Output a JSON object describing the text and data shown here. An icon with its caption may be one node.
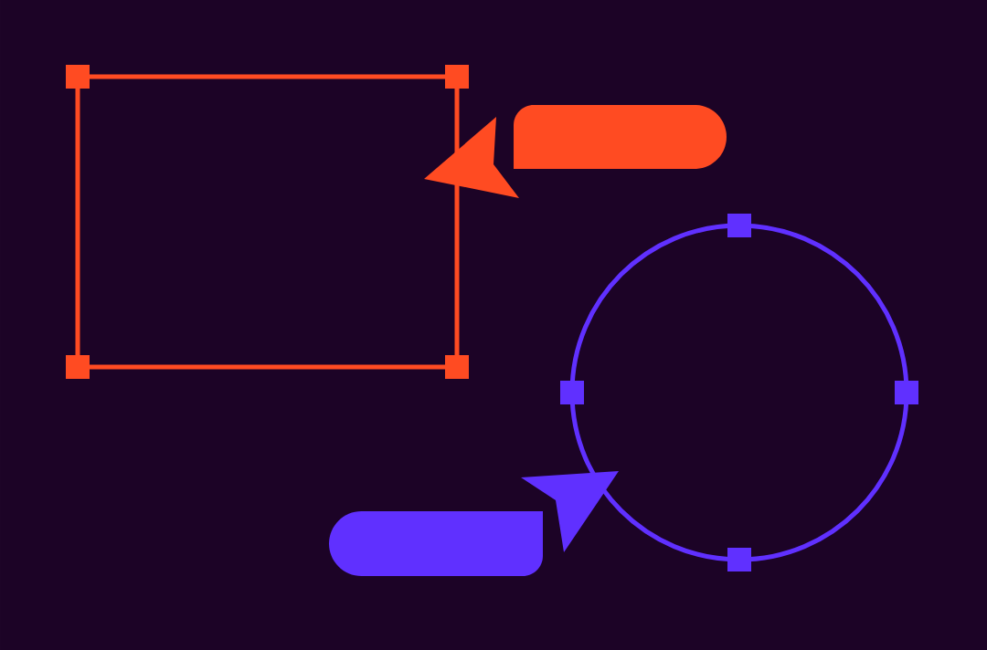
{
  "diagram": {
    "nodes": [
      {
        "text": [],
        "shape": "box"
      },
      {
        "text": [],
        "shape": "bar"
      },
      {
        "text": [],
        "shape": "circle"
      },
      {
        "text": [],
        "shape": "bar"
      }
    ]
  }
}
